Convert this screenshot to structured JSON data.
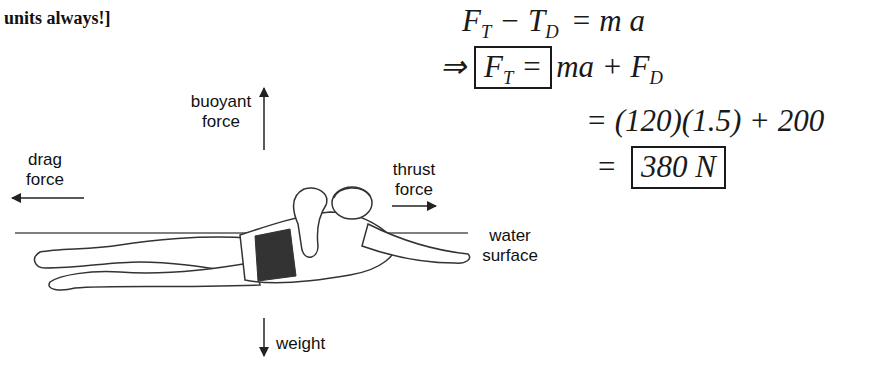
{
  "diagram": {
    "nodes": [
      {
        "text": [
          "F",
          "T",
          "="
        ]
      },
      {
        "text": [
          "380 N"
        ]
      }
    ],
    "labels": [
      "units always!]",
      "buoyant force",
      "drag force",
      "thrust force",
      "water surface",
      "weight",
      "F",
      "T",
      "− T",
      "D",
      "= m a",
      "⇒",
      "ma + F",
      "D",
      "= (120)(1.5) + 200",
      "="
    ]
  }
}
